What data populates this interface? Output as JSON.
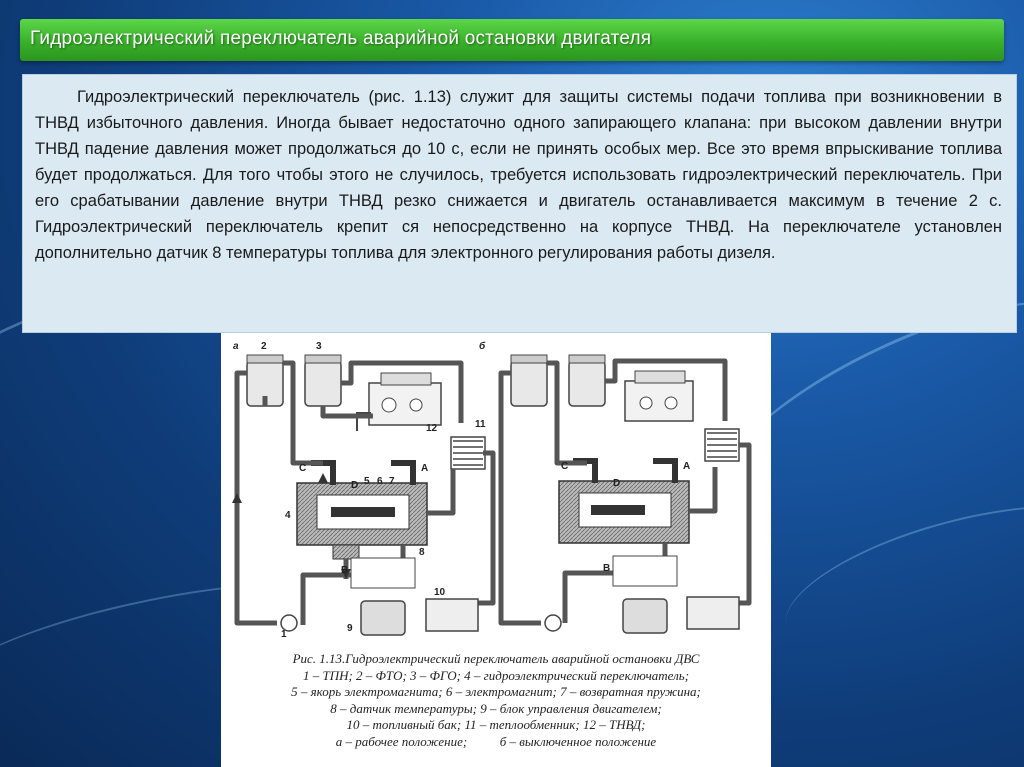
{
  "title": "Гидроэлектрический переключатель аварийной остановки двигателя",
  "paragraph": "Гидроэлектрический переключатель (рис. 1.13) служит для защиты системы подачи топлива при возникновении в ТНВД избыточного давления. Иногда бывает недостаточно одного запирающего клапана: при высоком давлении внутри ТНВД падение давления может продолжаться до 10 с, если не принять особых мер. Все это время впрыскивание топлива будет продолжаться. Для того чтобы этого не случилось, требуется использовать гидроэлектрический переключатель. При его срабатывании давление внутри ТНВД резко снижается и двигатель останавливается максимум в течение 2 с. Гидроэлектрический переключатель крепит ся непосредственно на корпусе ТНВД. На переключателе установлен дополнительно датчик 8 температуры топлива для электронного регулирования работы дизеля.",
  "figure": {
    "panel_a": "а",
    "panel_b": "б",
    "callouts_a": [
      "1",
      "2",
      "3",
      "4",
      "5",
      "6",
      "7",
      "8",
      "9",
      "10",
      "11",
      "12",
      "A",
      "B",
      "C",
      "D"
    ],
    "callouts_b": [
      "A",
      "B",
      "C",
      "D"
    ],
    "caption": [
      "Рис. 1.13.Гидроэлектрический переключатель аварийной остановки ДВС",
      "1 – ТПН; 2 – ФТО; 3 – ФГО; 4 – гидроэлектрический переключатель;",
      "5 – якорь электромагнита; 6 – электромагнит; 7 – возвратная пружина;",
      "8 – датчик температуры; 9 – блок управления двигателем;",
      "10 – топливный бак; 11 – теплообменник; 12 – ТНВД;",
      "а – рабочее положение;          б – выключенное положение"
    ]
  },
  "colors": {
    "title_bar": "#3fb52d",
    "text_box": "#dbe9f2",
    "background": "#1a5aa8"
  }
}
